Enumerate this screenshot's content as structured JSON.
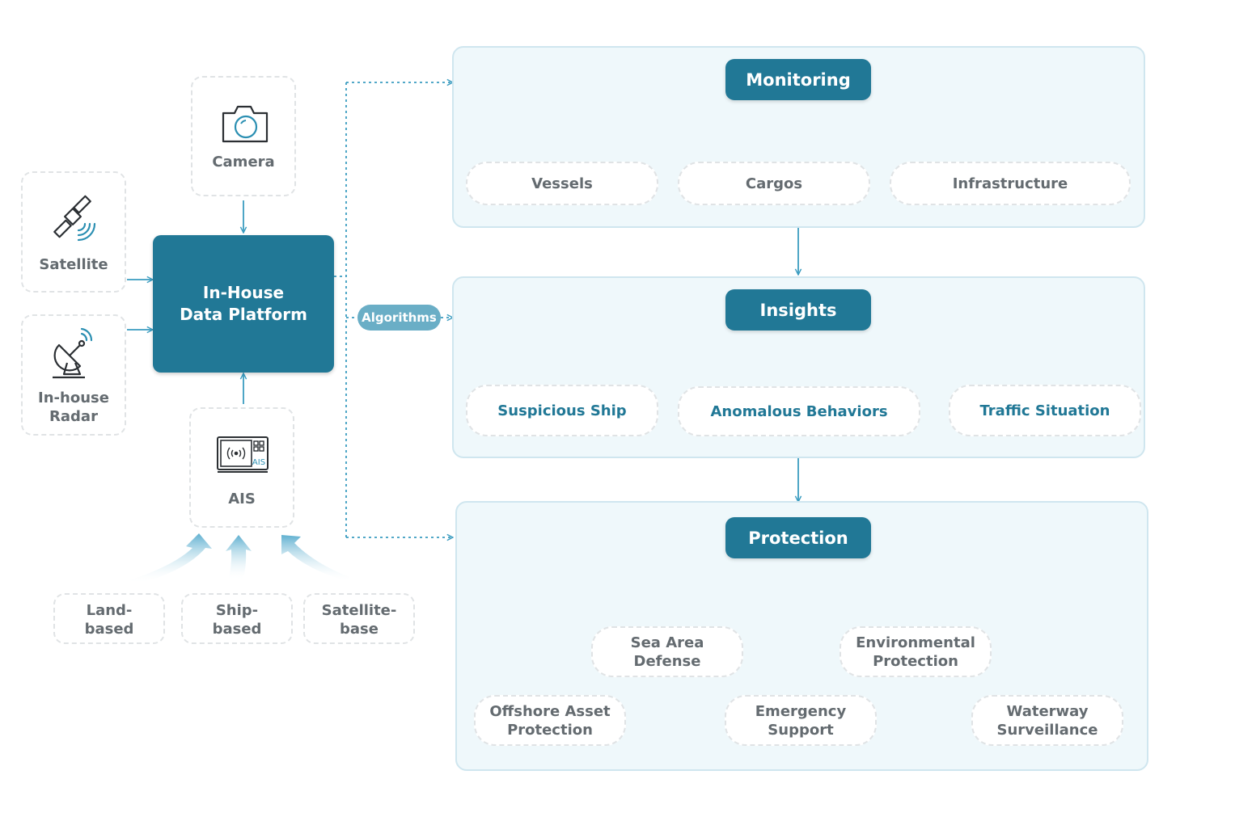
{
  "sources": {
    "camera": {
      "label": "Camera",
      "icon": "camera-icon"
    },
    "satellite": {
      "label": "Satellite",
      "icon": "satellite-icon"
    },
    "radar": {
      "label_line1": "In-house",
      "label_line2": "Radar",
      "icon": "radar-dish-icon"
    },
    "ais": {
      "label": "AIS",
      "icon": "ais-device-icon",
      "icon_text": "AIS"
    }
  },
  "platform": {
    "line1": "In-House",
    "line2": "Data Platform"
  },
  "algorithms_label": "Algorithms",
  "ais_inputs": [
    {
      "line1": "Land-",
      "line2": "based"
    },
    {
      "line1": "Ship-",
      "line2": "based"
    },
    {
      "line1": "Satellite-",
      "line2": "base"
    }
  ],
  "monitoring": {
    "title": "Monitoring",
    "items": [
      "Vessels",
      "Cargos",
      "Infrastructure"
    ]
  },
  "insights": {
    "title": "Insights",
    "items": [
      "Suspicious Ship",
      "Anomalous Behaviors",
      "Traffic Situation"
    ]
  },
  "protection": {
    "title": "Protection",
    "items": [
      {
        "line1": "Sea Area",
        "line2": "Defense"
      },
      {
        "line1": "Environmental",
        "line2": "Protection"
      },
      {
        "line1": "Offshore Asset",
        "line2": "Protection"
      },
      {
        "line1": "Emergency",
        "line2": "Support"
      },
      {
        "line1": "Waterway",
        "line2": "Surveillance"
      }
    ]
  },
  "colors": {
    "primary": "#217896",
    "arrow": "#3a9cc0",
    "panel_bg": "#eff8fb",
    "algorithms_bg": "#6aaec6"
  }
}
